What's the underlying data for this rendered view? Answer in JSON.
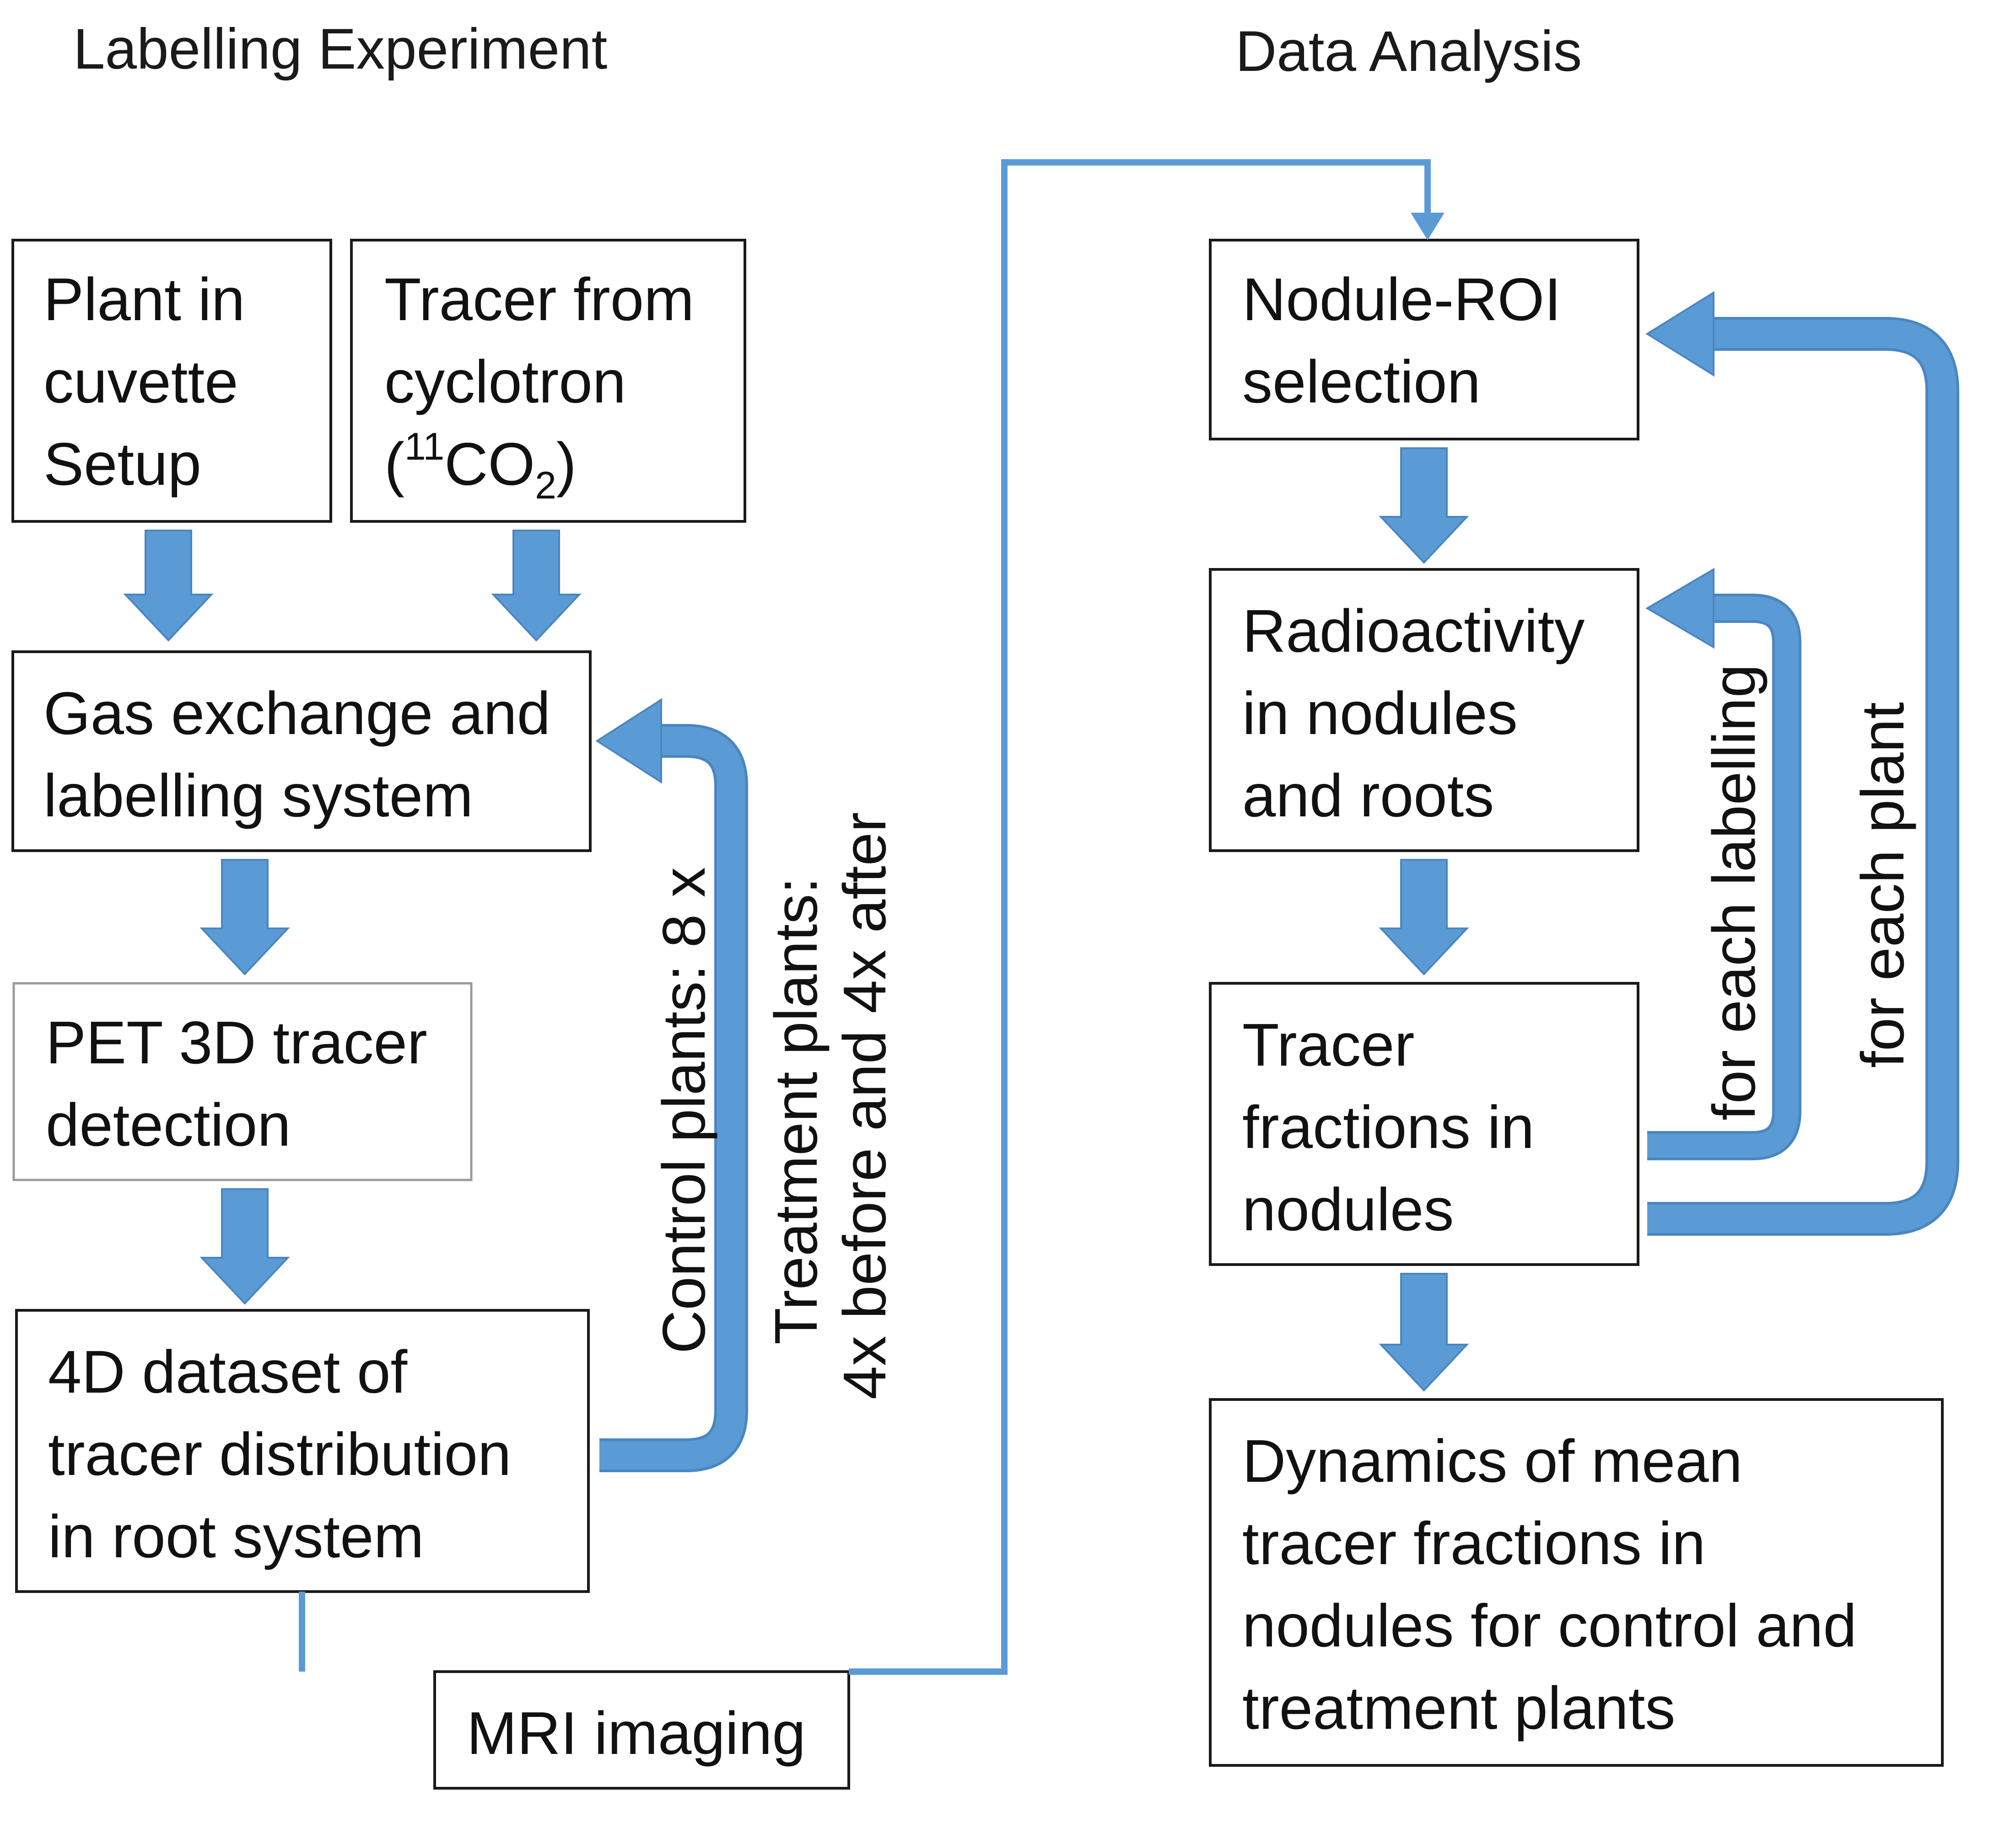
{
  "titles": {
    "left": "Labelling Experiment",
    "right": "Data Analysis"
  },
  "boxes": {
    "plant": [
      "Plant in",
      "cuvette",
      "Setup"
    ],
    "tracer": {
      "line1": "Tracer from",
      "line2": "cyclotron",
      "open": "(",
      "sup": "11",
      "mid": "CO",
      "sub": "2",
      "close": ")"
    },
    "gas": [
      "Gas exchange and",
      "labelling system"
    ],
    "pet": [
      "PET 3D tracer",
      "detection"
    ],
    "dataset": [
      "4D dataset of",
      "tracer distribution",
      "in root system"
    ],
    "mri": "MRI imaging",
    "nodule_roi": [
      "Nodule-ROI",
      "selection"
    ],
    "radioactivity": [
      "Radioactivity",
      "in nodules",
      "and roots"
    ],
    "fractions": [
      "Tracer",
      "fractions in",
      "nodules"
    ],
    "dynamics": [
      "Dynamics of mean",
      "tracer fractions in",
      "nodules for control and",
      "treatment plants"
    ]
  },
  "loop_labels": {
    "control": "Control plants: 8 x",
    "treatment_1": "Treatment plants:",
    "treatment_2": "4x before and 4x after",
    "each_labelling": "for each labelling",
    "each_plant": "for each plant"
  },
  "colors": {
    "arrow": "#5b9bd5",
    "arrow_outline": "#4a86c0",
    "box_border": "#1a1a1a",
    "box_border_light": "#9a9a9a",
    "text": "#111111"
  }
}
